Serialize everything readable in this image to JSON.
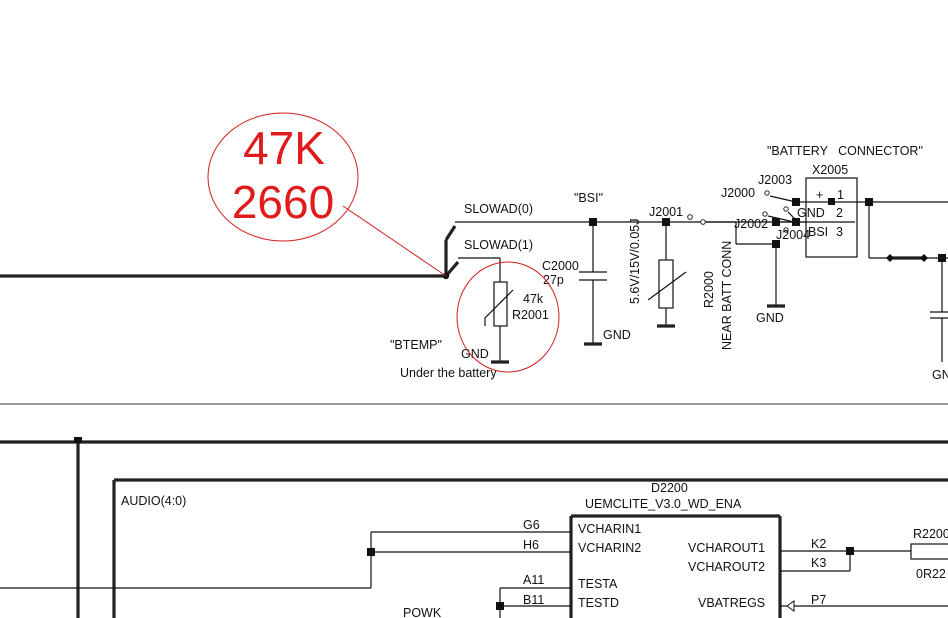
{
  "colors": {
    "annotation": "#e01b1b",
    "wire": "#111111"
  },
  "annotation": {
    "line1": "47K",
    "line2": "2660"
  },
  "nets": {
    "slowad0": "SLOWAD(0)",
    "slowad1": "SLOWAD(1)",
    "bsi": "\"BSI\"",
    "btemp": "\"BTEMP\"",
    "audio": "AUDIO(4:0)"
  },
  "labels": {
    "under_battery": "Under the battery",
    "gnd": "GND",
    "gn_cut": "GN",
    "battery_connector": "\"BATTERY   CONNECTOR\"",
    "near_batt_conn": "NEAR BATT CONN",
    "powk": "POWK"
  },
  "components": {
    "c2000": {
      "ref": "C2000",
      "value": "27p"
    },
    "r2001": {
      "ref": "R2001",
      "value": "47k"
    },
    "r2000": {
      "ref": "R2000",
      "rating": "5.6V/15V/0.05J"
    },
    "x2005": {
      "ref": "X2005",
      "pin_plus": "+",
      "pin1": "1",
      "pin_gnd": "GND",
      "pin2": "2",
      "pin_bsi": "BSI",
      "pin3": "3"
    },
    "jumpers": {
      "j2001": "J2001",
      "j2000": "J2000",
      "j2003": "J2003",
      "j2002": "J2002",
      "j2004": "J2004"
    },
    "d2200": {
      "ref": "D2200",
      "part": "UEMCLITE_V3.0_WD_ENA",
      "left_pins": [
        {
          "num": "G6",
          "name": "VCHARIN1"
        },
        {
          "num": "H6",
          "name": "VCHARIN2"
        },
        {
          "num": "A11",
          "name": "TESTA"
        },
        {
          "num": "B11",
          "name": "TESTD"
        }
      ],
      "right_pins": [
        {
          "num": "K2",
          "name": "VCHAROUT1"
        },
        {
          "num": "K3",
          "name": "VCHAROUT2"
        },
        {
          "num": "P7",
          "name": "VBATREGS"
        }
      ]
    },
    "r2200": {
      "ref": "R2200",
      "value": "0R22"
    }
  }
}
